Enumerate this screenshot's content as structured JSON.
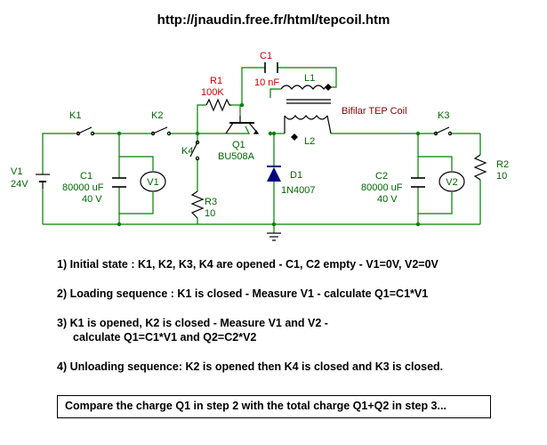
{
  "header": {
    "url": "http://jnaudin.free.fr/html/tepcoil.htm"
  },
  "colors": {
    "wire": "#008000",
    "component": "#000000",
    "label_red": "#cc0000",
    "label_green": "#006600",
    "diode": "#000080"
  },
  "components": {
    "v1": {
      "name": "V1",
      "value": "24V"
    },
    "k1": "K1",
    "k2": "K2",
    "k3": "K3",
    "k4": "K4",
    "c1": {
      "name": "C1",
      "value": "80000 uF",
      "voltage": "40 V"
    },
    "c2": {
      "name": "C2",
      "value": "80000 uF",
      "voltage": "40 V"
    },
    "meter_v1": "V1",
    "meter_v2": "V2",
    "r1": {
      "name": "R1",
      "value": "100K"
    },
    "r2": {
      "name": "R2",
      "value": "10"
    },
    "r3": {
      "name": "R3",
      "value": "10"
    },
    "q1": {
      "name": "Q1",
      "value": "BU508A"
    },
    "c_top": {
      "name": "C1",
      "value": "10 nF"
    },
    "l1": "L1",
    "l2": "L2",
    "coil_label": "Bifilar TEP Coil",
    "d1": {
      "name": "D1",
      "value": "1N4007"
    }
  },
  "steps": [
    "1) Initial state : K1, K2, K3, K4 are opened - C1, C2 empty - V1=0V, V2=0V",
    "2) Loading sequence : K1 is closed - Measure V1 - calculate Q1=C1*V1",
    "3) K1 is opened, K2 is closed - Measure V1 and V2 -",
    "calculate Q1=C1*V1 and Q2=C2*V2",
    "4) Unloading sequence: K2 is opened then K4 is closed and K3 is closed."
  ],
  "note": "Compare the charge Q1 in step 2 with the total charge Q1+Q2 in step 3..."
}
